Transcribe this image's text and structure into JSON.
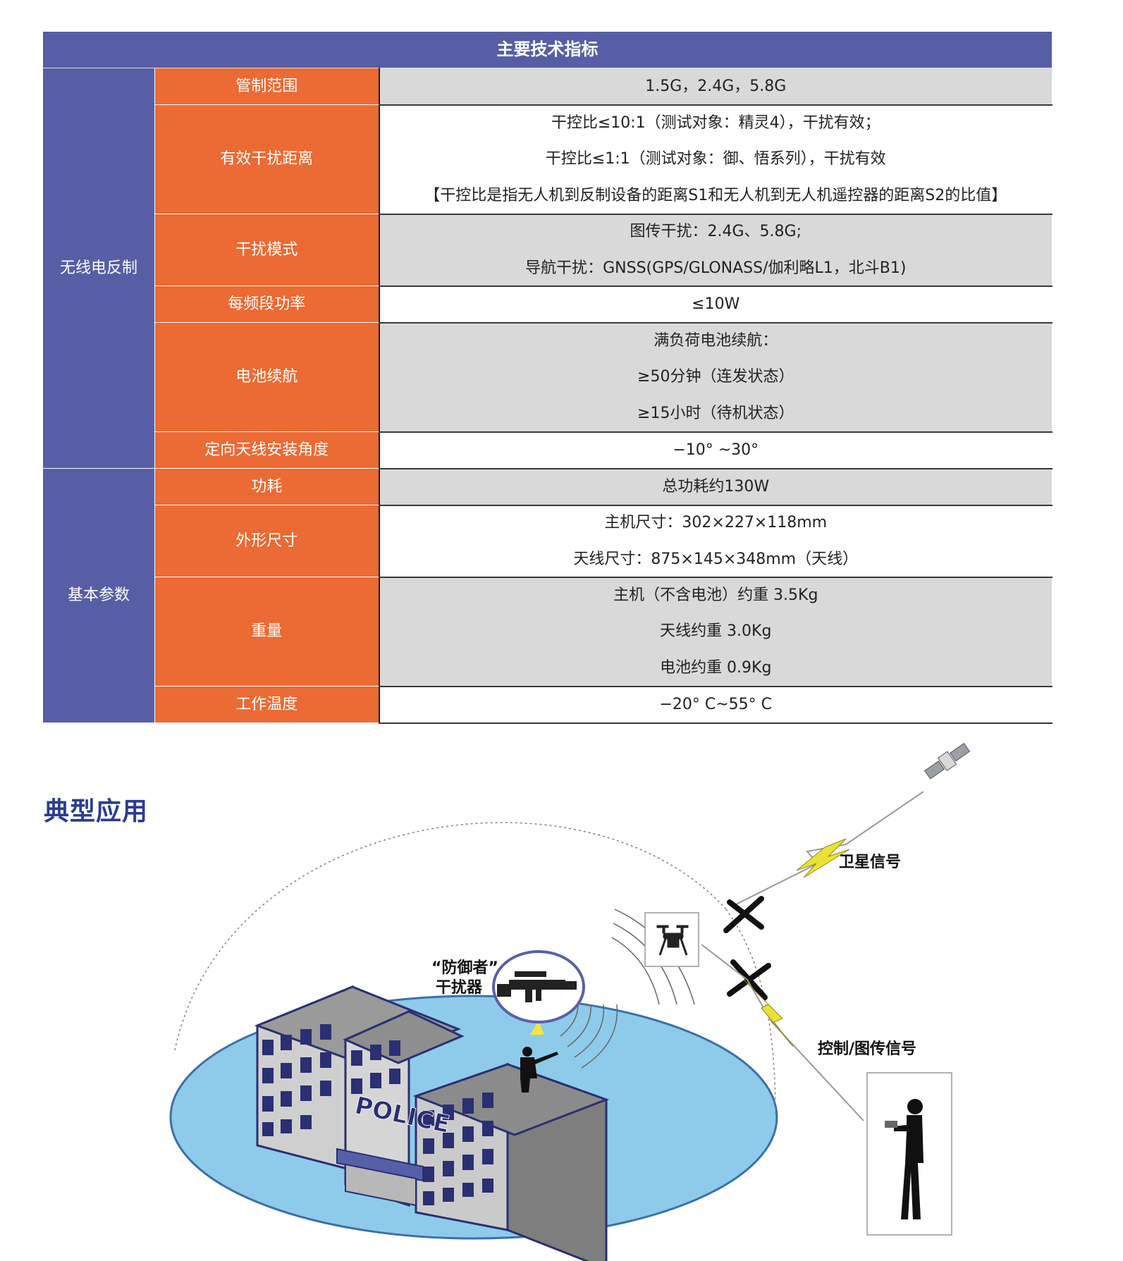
{
  "table": {
    "title": "主要技术指标",
    "categories": [
      "无线电反制",
      "基本参数"
    ],
    "rows": [
      {
        "param": "管制范围",
        "lines": [
          "1.5G，2.4G，5.8G"
        ]
      },
      {
        "param": "有效干扰距离",
        "lines": [
          "干控比≤10:1（测试对象：精灵4），干扰有效；",
          "干控比≤1:1（测试对象：御、悟系列），干扰有效",
          "【干控比是指无人机到反制设备的距离S1和无人机到无人机遥控器的距离S2的比值】"
        ]
      },
      {
        "param": "干扰模式",
        "lines": [
          "图传干扰：2.4G、5.8G;",
          "导航干扰：GNSS(GPS/GLONASS/伽利略L1，北斗B1)"
        ]
      },
      {
        "param": "每频段功率",
        "lines": [
          "≤10W"
        ]
      },
      {
        "param": "电池续航",
        "lines": [
          "满负荷电池续航：",
          "≥50分钟（连发状态）",
          "≥15小时（待机状态）"
        ]
      },
      {
        "param": "定向天线安装角度",
        "lines": [
          "−10° ~30°"
        ]
      },
      {
        "param": "功耗",
        "lines": [
          "总功耗约130W"
        ]
      },
      {
        "param": "外形尺寸",
        "lines": [
          "主机尺寸：302×227×118mm",
          "天线尺寸：875×145×348mm（天线）"
        ]
      },
      {
        "param": "重量",
        "lines": [
          "主机（不含电池）约重 3.5Kg",
          "天线约重 3.0Kg",
          "电池约重 0.9Kg"
        ]
      },
      {
        "param": "工作温度",
        "lines": [
          "−20° C~55° C"
        ]
      }
    ]
  },
  "section": {
    "title": "典型应用"
  },
  "illustration": {
    "device_label_1": "“防御者”",
    "device_label_2": "干扰器",
    "satellite_signal": "卫星信号",
    "control_signal": "控制/图传信号",
    "building_sign": "POLICE"
  },
  "colors": {
    "header": "#575ea5",
    "category": "#575ea5",
    "param": "#ec6a33",
    "row_grey": "#d9d9d9",
    "title_blue": "#2a3d8f",
    "ground": "#8ecbea"
  }
}
